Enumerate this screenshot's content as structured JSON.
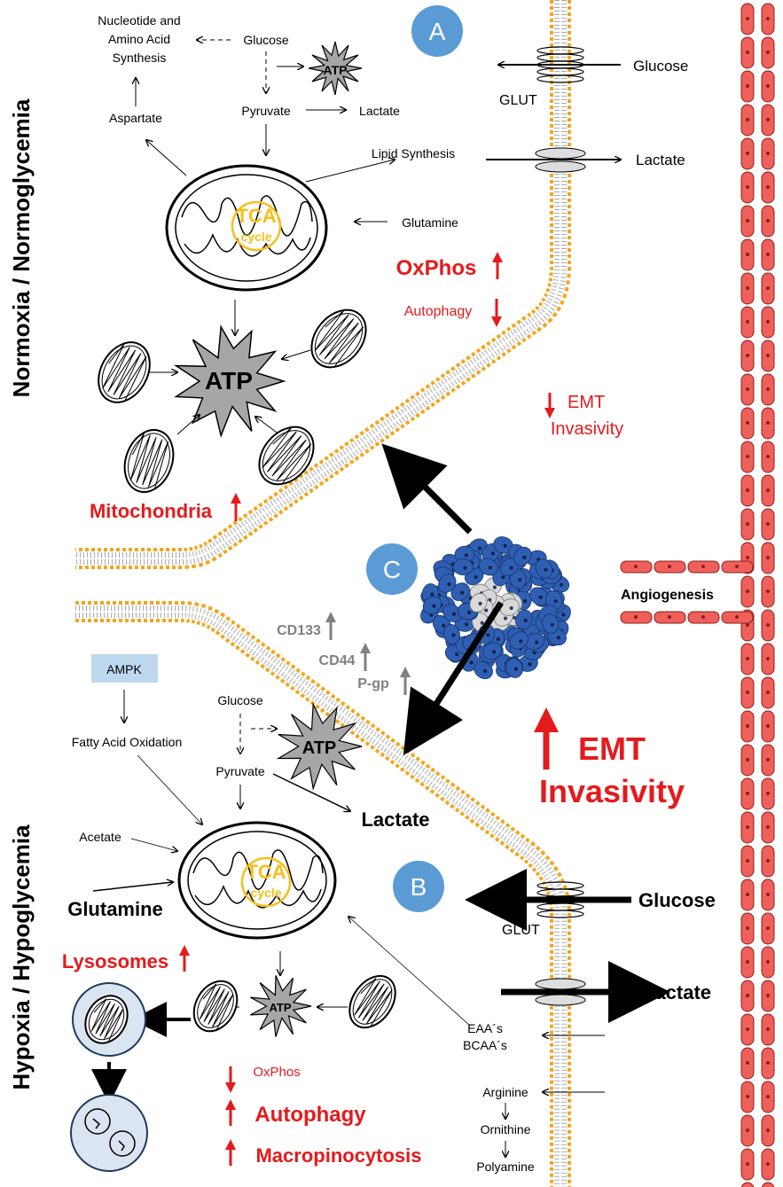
{
  "side_labels": {
    "top": "Normoxia / Normoglycemia",
    "bottom": "Hypoxia / Hypoglycemia"
  },
  "badges": {
    "a": "A",
    "b": "B",
    "c": "C"
  },
  "top_panel": {
    "nucleotide_line1": "Nucleotide and",
    "nucleotide_line2": "Amino Acid",
    "nucleotide_line3": "Synthesis",
    "glucose": "Glucose",
    "atp_small": "ATP",
    "aspartate": "Aspartate",
    "pyruvate": "Pyruvate",
    "lactate": "Lactate",
    "lipid_synthesis": "Lipid Synthesis",
    "glutamine": "Glutamine",
    "tca_line1": "TCA",
    "tca_line2": "cycle",
    "atp_big": "ATP",
    "oxphos": "OxPhos",
    "autophagy": "Autophagy",
    "emt": "EMT",
    "invasivity": "Invasivity",
    "mitochondria": "Mitochondria",
    "membrane_glucose": "Glucose",
    "glut": "GLUT",
    "membrane_lactate": "Lactate"
  },
  "middle": {
    "angiogenesis": "Angiogenesis",
    "cd133": "CD133",
    "cd44": "CD44",
    "pgp": "P-gp",
    "emt": "EMT",
    "invasivity": "Invasivity"
  },
  "bottom_panel": {
    "ampk": "AMPK",
    "fatty_acid_oxidation": "Fatty Acid Oxidation",
    "glucose": "Glucose",
    "atp_med": "ATP",
    "pyruvate": "Pyruvate",
    "lactate": "Lactate",
    "acetate": "Acetate",
    "glutamine": "Glutamine",
    "tca_line1": "TCA",
    "tca_line2": "cycle",
    "lysosomes": "Lysosomes",
    "atp_small": "ATP",
    "oxphos": "OxPhos",
    "autophagy": "Autophagy",
    "macropinocytosis": "Macropinocytosis",
    "membrane_glucose": "Glucose",
    "glut": "GLUT",
    "membrane_lactate": "Lactate",
    "eaas": "EAA´s",
    "bcaas": "BCAA´s",
    "arginine": "Arginine",
    "ornithine": "Ornithine",
    "polyamine": "Polyamine"
  },
  "colors": {
    "red": "#e41a1c",
    "badge": "#5b9bd5",
    "membrane_head": "#f2a51c",
    "vessel": "#f0605a",
    "tumor": "#2f5fb3",
    "ampk_box": "#bdd7ee",
    "tca": "#f5c01a"
  }
}
